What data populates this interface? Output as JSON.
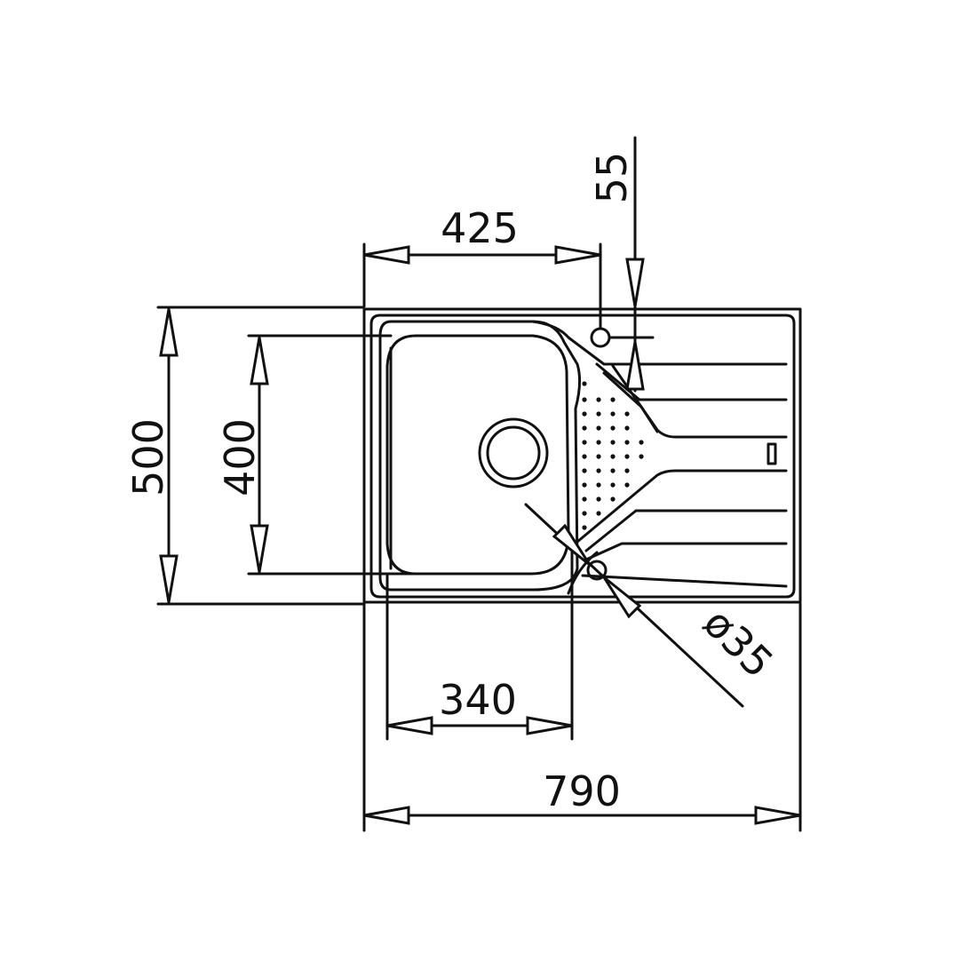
{
  "dimensions": {
    "overall_width": "790",
    "overall_depth": "500",
    "bowl_offset": "425",
    "bowl_width": "340",
    "bowl_depth": "400",
    "tap_hole_offset": "55",
    "waste_diameter": "ø35"
  },
  "colors": {
    "line": "#111111",
    "background": "#ffffff"
  }
}
